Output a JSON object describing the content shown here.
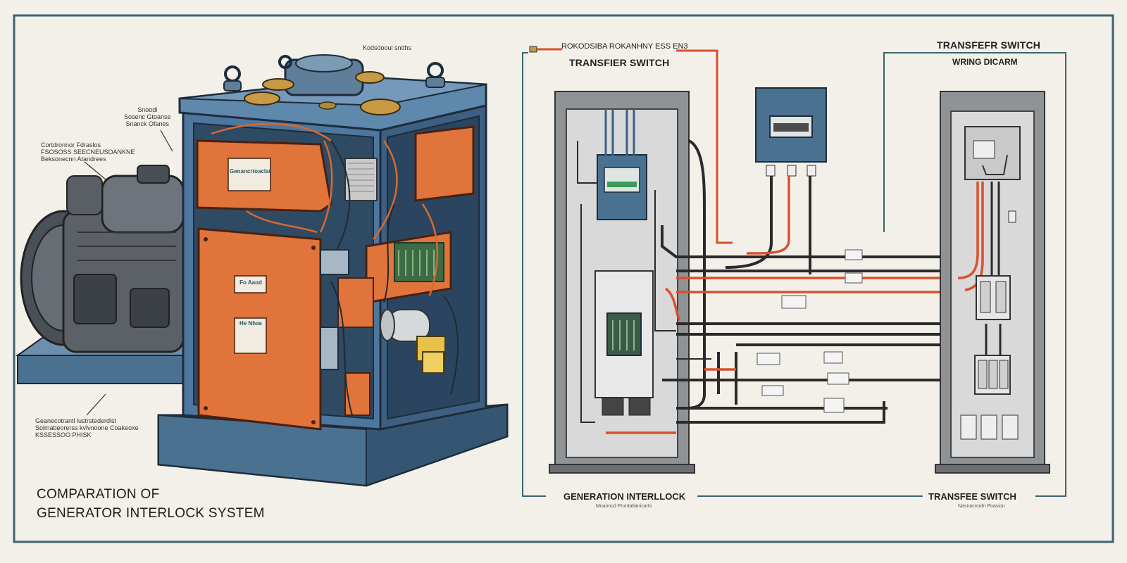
{
  "colors": {
    "background": "#f3f0ea",
    "border": "#3b6470",
    "steel_blue": "#4b7190",
    "orange": "#e0743a",
    "panel_gray": "#8f9396",
    "wire_black": "#2a2a2a",
    "wire_red": "#d8502c"
  },
  "generator": {
    "callout_top": "Kodsdooul sndhs",
    "callout_mid": [
      "Snoodl",
      "Sosenc Gtoanse",
      "Snanck Ofanes"
    ],
    "callout_left": [
      "Cortdronnor Fdraslos",
      "FSOSOSS SEECNEUSOANKNE",
      "Beksonecnn Atandrees"
    ],
    "callout_bottom": [
      "Geanecotrantl lustrstederdist",
      "Solmabeorerss kvlvnoone Coakeoxe",
      "KSSESSOO PHISK"
    ],
    "plate_main": "Genancrtoaclat",
    "plate_mid": "Fo Aaod",
    "plate_lower": "He Nhas",
    "icons": [
      "generator-icon"
    ]
  },
  "title_line1": "COMPARATION OF",
  "title_line2": "GENERATOR INTERLOCK SYSTEM",
  "left_diagram": {
    "header_line1": "ROKODSIBA ROKANHNY ESS EN3",
    "header_line2": "TRANSFIER SWITCH",
    "footer": "GENERATION INTERLLOCK",
    "footer_sub": "Mnaoncd Pruntatlanicarts"
  },
  "right_diagram": {
    "header_line1": "TRANSFEFR SWITCH",
    "header_line2": "WRING DICARM",
    "footer": "TRANSFEE SWITCH",
    "footer_sub": "Nasnacnodn Poasion"
  }
}
